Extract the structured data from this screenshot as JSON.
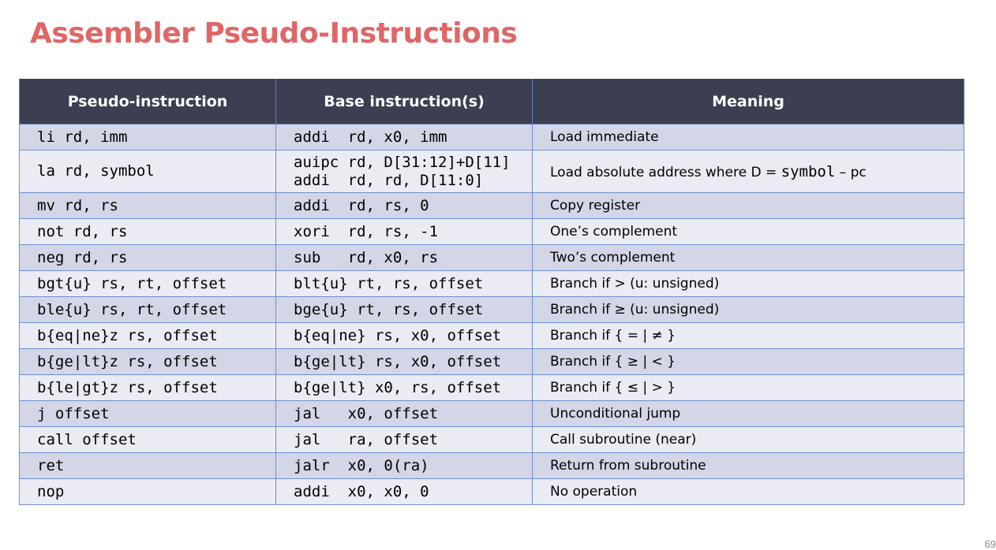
{
  "title": "Assembler Pseudo-Instructions",
  "page_number": "69",
  "table": {
    "headers": [
      "Pseudo-instruction",
      "Base instruction(s)",
      "Meaning"
    ],
    "rows": [
      {
        "pseudo": "li    rd, imm",
        "base": [
          "addi  rd, x0, imm"
        ],
        "meaning": "Load immediate"
      },
      {
        "pseudo": "la    rd, symbol",
        "base": [
          "auipc rd, D[31:12]+D[11]",
          "addi  rd, rd, D[11:0]"
        ],
        "meaning_prefix": "Load absolute address where D = ",
        "meaning_code": "symbol",
        "meaning_suffix": " – pc"
      },
      {
        "pseudo": "mv    rd, rs",
        "base": [
          "addi  rd, rs, 0"
        ],
        "meaning": "Copy register"
      },
      {
        "pseudo": "not  rd, rs",
        "base": [
          "xori  rd, rs, -1"
        ],
        "meaning": "One’s complement"
      },
      {
        "pseudo": "neg  rd, rs",
        "base": [
          "sub   rd, x0, rs"
        ],
        "meaning": "Two’s complement"
      },
      {
        "pseudo": "bgt{u} rs, rt, offset",
        "base": [
          "blt{u} rt, rs, offset"
        ],
        "meaning": "Branch if > (u: unsigned)"
      },
      {
        "pseudo": "ble{u} rs, rt, offset",
        "base": [
          "bge{u} rt, rs, offset"
        ],
        "meaning": "Branch if ≥ (u: unsigned)"
      },
      {
        "pseudo": "b{eq|ne}z rs, offset",
        "base": [
          "b{eq|ne} rs, x0, offset"
        ],
        "meaning": "Branch if { = | ≠ }"
      },
      {
        "pseudo": "b{ge|lt}z rs, offset",
        "base": [
          "b{ge|lt} rs, x0, offset"
        ],
        "meaning": "Branch if { ≥ | < }"
      },
      {
        "pseudo": "b{le|gt}z rs, offset",
        "base": [
          "b{ge|lt} x0, rs, offset"
        ],
        "meaning": "Branch if { ≤ | > }"
      },
      {
        "pseudo": "j    offset",
        "base": [
          "jal   x0, offset"
        ],
        "meaning": "Unconditional jump"
      },
      {
        "pseudo": "call offset",
        "base": [
          "jal   ra, offset"
        ],
        "meaning": "Call subroutine (near)"
      },
      {
        "pseudo": "ret",
        "base": [
          "jalr  x0, 0(ra)"
        ],
        "meaning": "Return from subroutine"
      },
      {
        "pseudo": "nop",
        "base": [
          "addi  x0, x0, 0"
        ],
        "meaning": "No operation"
      }
    ]
  },
  "colors": {
    "title": "#e06666",
    "header_bg": "#3b3f51",
    "row_dark": "#d3d6e6",
    "row_light": "#eaebf3",
    "border": "#6f8fcf"
  }
}
